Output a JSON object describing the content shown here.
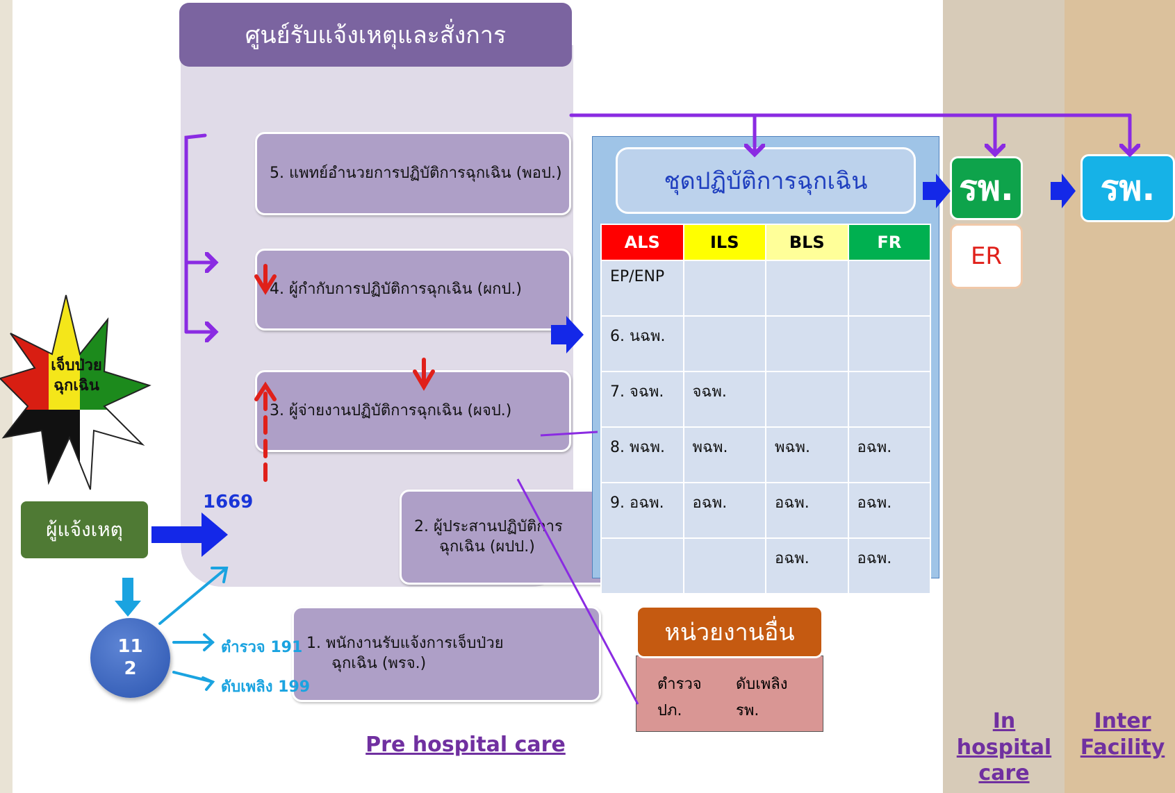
{
  "center_title": "ศูนย์รับแจ้งเหตุและสั่งการ",
  "steps": {
    "s5": "5. แพทย์อำนวยการปฏิบัติการฉุกเฉิน (พอป.)",
    "s4": "4. ผู้กำกับการปฏิบัติการฉุกเฉิน (ผกป.)",
    "s3": "3. ผู้จ่ายงานปฏิบัติการฉุกเฉิน (ผจป.)",
    "s2_line1": "2. ผู้ประสานปฏิบัติการ",
    "s2_line2": "ฉุกเฉิน (ผปป.)",
    "s1_line1": "1. พนักงานรับแจ้งการเจ็บป่วย",
    "s1_line2": "ฉุกเฉิน (พรจ.)"
  },
  "team_title": "ชุดปฏิบัติการฉุกเฉิน",
  "levels": [
    "ALS",
    "ILS",
    "BLS",
    "FR"
  ],
  "level_colors": [
    "#ff0000",
    "#ffff00",
    "#ffff99",
    "#00b050"
  ],
  "level_text_colors": [
    "#ffffff",
    "#000000",
    "#000000",
    "#ffffff"
  ],
  "team_rows": [
    [
      "EP/ENP",
      "",
      "",
      ""
    ],
    [
      "6. นฉพ.",
      "",
      "",
      ""
    ],
    [
      "7. จฉพ.",
      "จฉพ.",
      "",
      ""
    ],
    [
      "8. พฉพ.",
      "พฉพ.",
      "พฉพ.",
      "อฉพ."
    ],
    [
      "9. อฉพ.",
      "อฉพ.",
      "อฉพ.",
      "อฉพ."
    ],
    [
      "",
      "",
      "อฉพ.",
      "อฉพ."
    ]
  ],
  "hospital1": "รพ.",
  "hospital2": "รพ.",
  "er": "ER",
  "emergency_badge_line1": "เจ็บป่วย",
  "emergency_badge_line2": "ฉุกเฉิน",
  "reporter": "ผู้แจ้งเหตุ",
  "hotline": "1669",
  "circle_line1": "11",
  "circle_line2": "2",
  "police": "ตำรวจ 191",
  "fire": "ดับเพลิง 199",
  "other_title": "หน่วยงานอื่น",
  "other_items": {
    "a": "ตำรวจ",
    "b": "ดับเพลิง",
    "c": "ปภ.",
    "d": "รพ."
  },
  "pre_hospital": "Pre hospital care",
  "in_hospital": [
    "In",
    "hospital",
    "care"
  ],
  "inter_facility": [
    "Inter",
    "Facility"
  ]
}
